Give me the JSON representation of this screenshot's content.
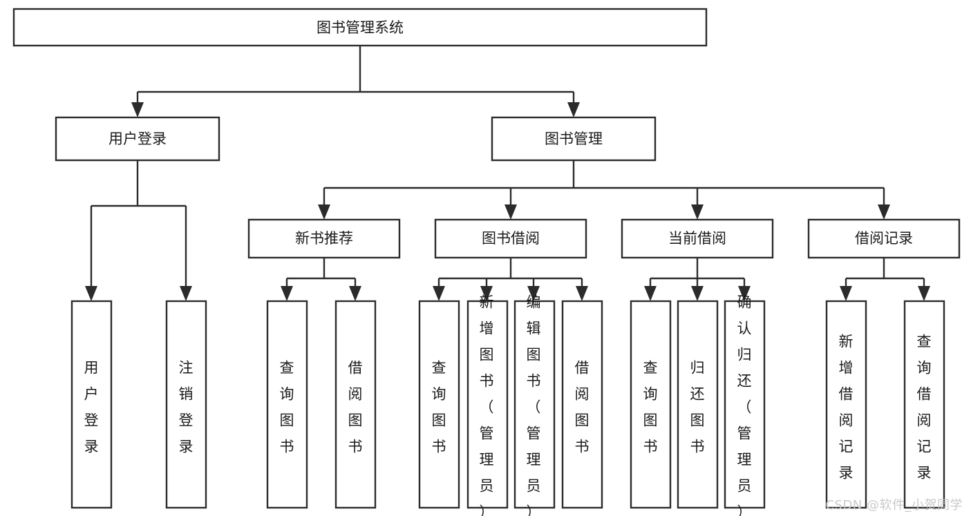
{
  "diagram": {
    "type": "tree",
    "title": "图书管理系统",
    "watermark": "CSDN @软件_小贺同学",
    "colors": {
      "box_stroke": "#2b2b2b",
      "box_fill": "#ffffff",
      "text": "#1a1a1a",
      "connector": "#2b2b2b",
      "background": "#ffffff",
      "watermark": "#c9c9c9"
    },
    "levels": {
      "root": {
        "label": "图书管理系统"
      },
      "level2": [
        {
          "label": "用户登录"
        },
        {
          "label": "图书管理"
        }
      ],
      "level3": [
        {
          "label": "新书推荐"
        },
        {
          "label": "图书借阅"
        },
        {
          "label": "当前借阅"
        },
        {
          "label": "借阅记录"
        }
      ],
      "leaves": [
        {
          "label": "用户登录",
          "parent": "用户登录"
        },
        {
          "label": "注销登录",
          "parent": "用户登录"
        },
        {
          "label": "查询图书",
          "parent": "新书推荐"
        },
        {
          "label": "借阅图书",
          "parent": "新书推荐"
        },
        {
          "label": "查询图书",
          "parent": "图书借阅"
        },
        {
          "label": "新增图书（管理员）",
          "parent": "图书借阅"
        },
        {
          "label": "编辑图书（管理员）",
          "parent": "图书借阅"
        },
        {
          "label": "借阅图书",
          "parent": "图书借阅"
        },
        {
          "label": "查询图书",
          "parent": "当前借阅"
        },
        {
          "label": "归还图书",
          "parent": "当前借阅"
        },
        {
          "label": "确认归还（管理员）",
          "parent": "当前借阅"
        },
        {
          "label": "新增借阅记录",
          "parent": "借阅记录"
        },
        {
          "label": "查询借阅记录",
          "parent": "借阅记录"
        }
      ]
    }
  }
}
